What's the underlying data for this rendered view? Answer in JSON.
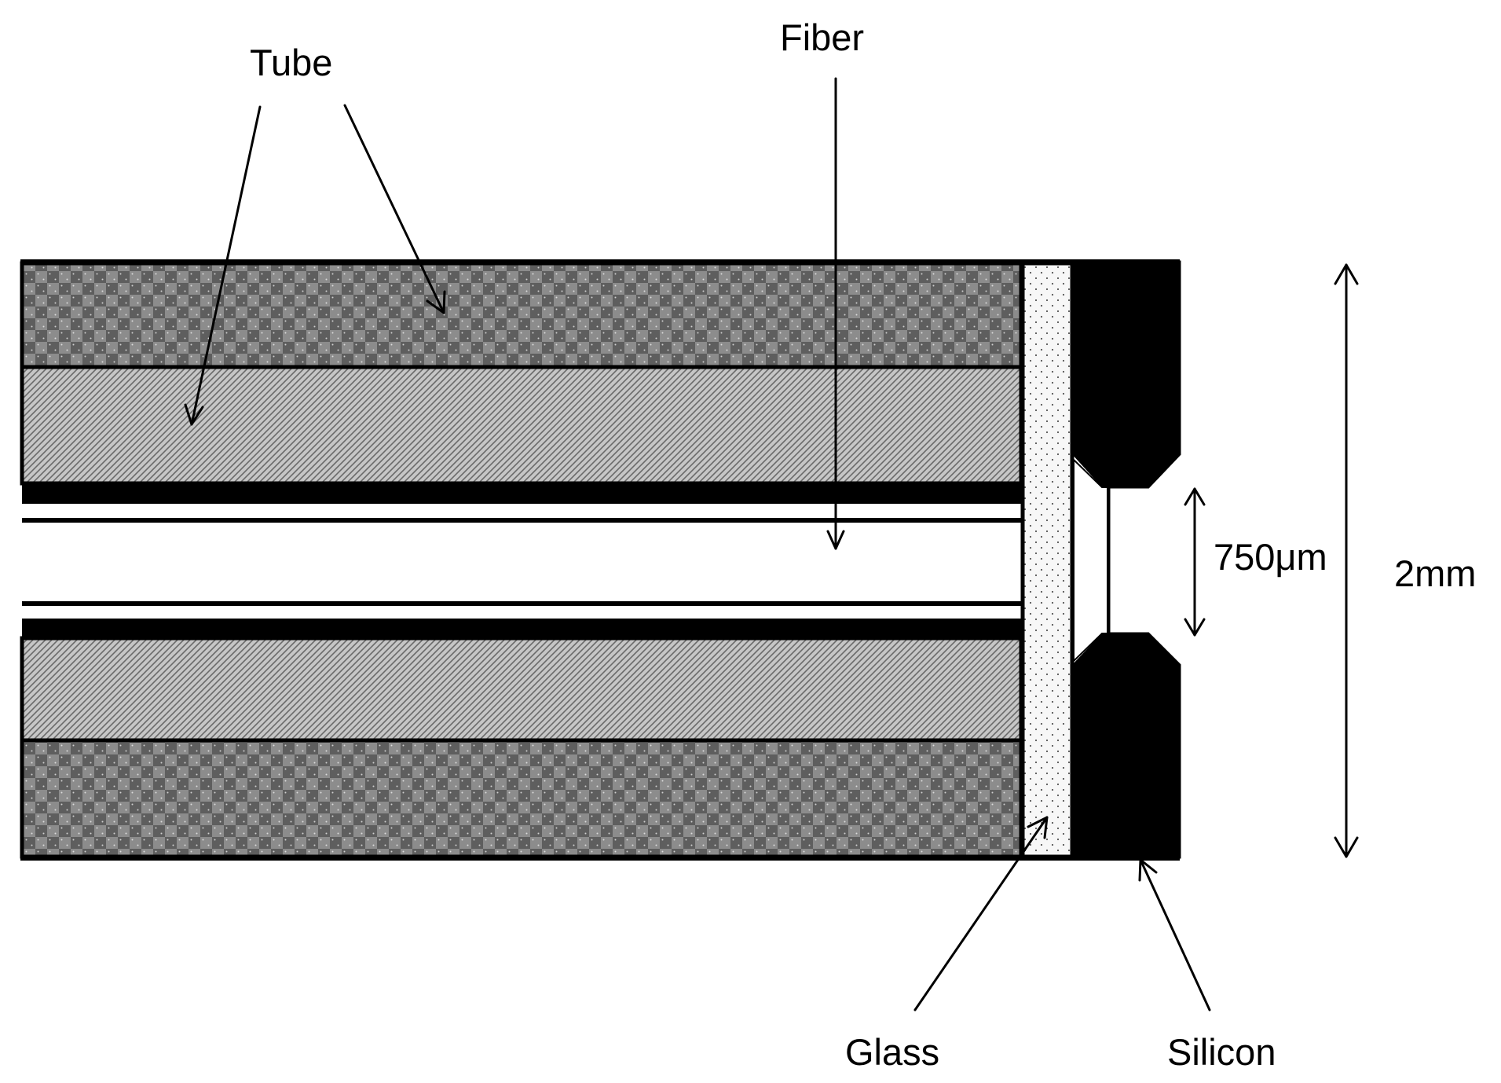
{
  "labels": {
    "tube": "Tube",
    "fiber": "Fiber",
    "glass": "Glass",
    "silicon": "Silicon",
    "gap_dimension": "750μm",
    "height_dimension": "2mm"
  },
  "colors": {
    "outline": "#000000",
    "background": "#ffffff",
    "outer_tube_fill": "#6f6f6f",
    "inner_tube_fill": "#b9b9b9",
    "glass_fill": "#f2f2f2",
    "silicon_fill": "#000000",
    "fiber_fill": "#ffffff"
  }
}
